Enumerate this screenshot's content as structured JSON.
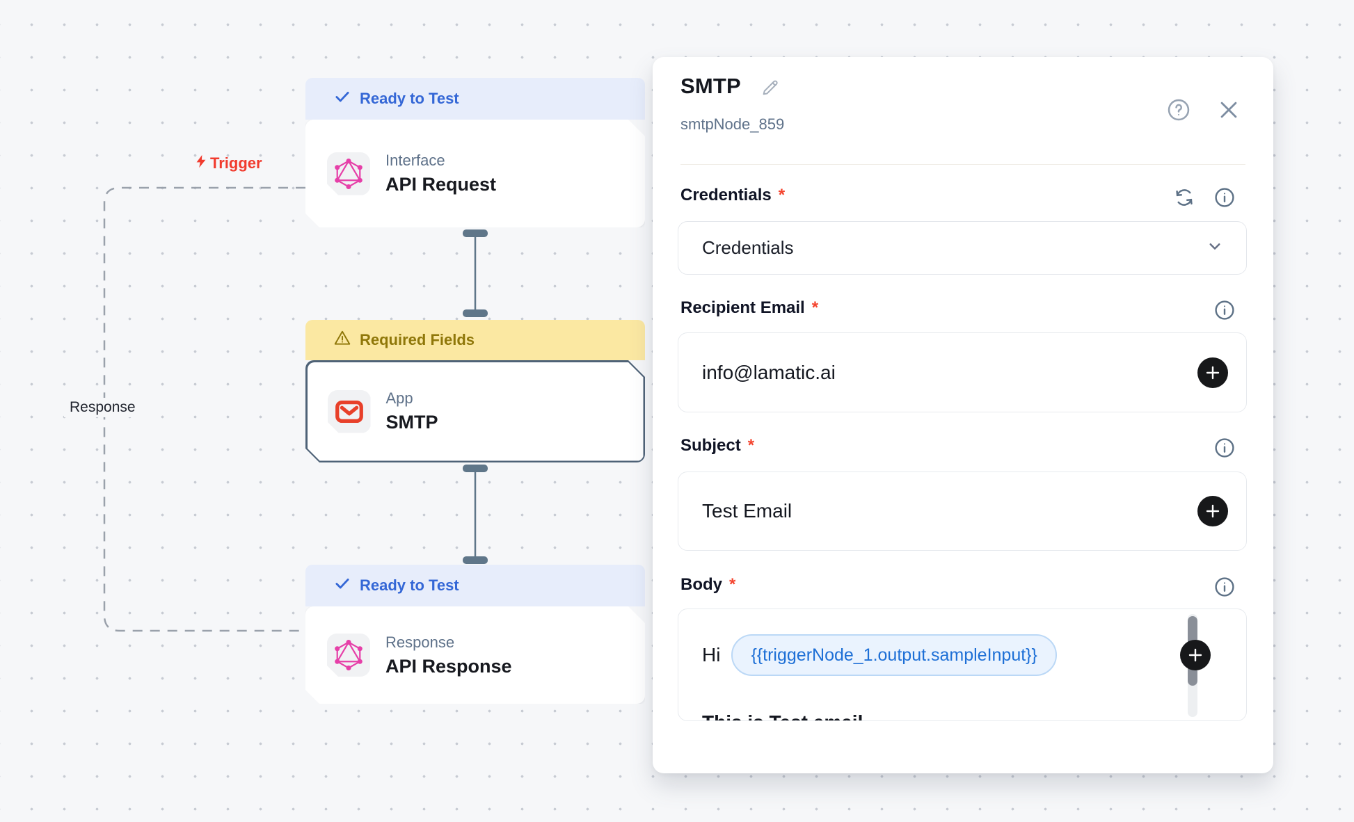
{
  "canvas": {
    "trigger_label": "Trigger",
    "response_label": "Response",
    "nodes": [
      {
        "badge": "Ready to Test",
        "category": "Interface",
        "title": "API Request",
        "icon": "graphql-icon"
      },
      {
        "badge": "Required Fields",
        "category": "App",
        "title": "SMTP",
        "icon": "email-icon"
      },
      {
        "badge": "Ready to Test",
        "category": "Response",
        "title": "API Response",
        "icon": "graphql-icon"
      }
    ]
  },
  "panel": {
    "title": "SMTP",
    "node_id": "smtpNode_859",
    "required_marker": "*",
    "fields": [
      {
        "label": "Credentials",
        "value": "Credentials"
      },
      {
        "label": "Recipient Email",
        "value": "info@lamatic.ai"
      },
      {
        "label": "Subject",
        "value": "Test Email"
      },
      {
        "label": "Body",
        "value_prefix": "Hi",
        "variable": "{{triggerNode_1.output.sampleInput}}",
        "value_line2": "This is Test email"
      }
    ]
  },
  "colors": {
    "ready_badge_bg": "#E7EDFB",
    "ready_badge_text": "#3467D6",
    "warning_badge_bg": "#FBE8A2",
    "warning_badge_text": "#8F7709",
    "trigger_red": "#F13B2E",
    "graphql_pink": "#E63FA8",
    "email_red": "#E8402A",
    "connector_slate": "#5F7689",
    "variable_blue": "#1D6FD6",
    "panel_bg": "#FFFFFF"
  }
}
